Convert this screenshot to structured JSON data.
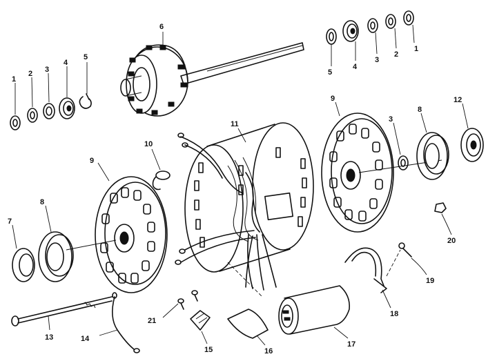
{
  "diagram": {
    "parts": [
      {
        "id": "p1a",
        "label": "1"
      },
      {
        "id": "p2a",
        "label": "2"
      },
      {
        "id": "p3a",
        "label": "3"
      },
      {
        "id": "p4a",
        "label": "4"
      },
      {
        "id": "p5a",
        "label": "5"
      },
      {
        "id": "p6",
        "label": "6"
      },
      {
        "id": "p5b",
        "label": "5"
      },
      {
        "id": "p4b",
        "label": "4"
      },
      {
        "id": "p3b",
        "label": "3"
      },
      {
        "id": "p2b",
        "label": "2"
      },
      {
        "id": "p1b",
        "label": "1"
      },
      {
        "id": "p9a",
        "label": "9"
      },
      {
        "id": "p10",
        "label": "10"
      },
      {
        "id": "p11",
        "label": "11"
      },
      {
        "id": "p9b",
        "label": "9"
      },
      {
        "id": "p3c",
        "label": "3"
      },
      {
        "id": "p8a",
        "label": "8"
      },
      {
        "id": "p12",
        "label": "12"
      },
      {
        "id": "p8b",
        "label": "8"
      },
      {
        "id": "p7",
        "label": "7"
      },
      {
        "id": "p20",
        "label": "20"
      },
      {
        "id": "p19",
        "label": "19"
      },
      {
        "id": "p18",
        "label": "18"
      },
      {
        "id": "p13",
        "label": "13"
      },
      {
        "id": "p14",
        "label": "14"
      },
      {
        "id": "p21",
        "label": "21"
      },
      {
        "id": "p15",
        "label": "15"
      },
      {
        "id": "p16",
        "label": "16"
      },
      {
        "id": "p17",
        "label": "17"
      }
    ]
  }
}
